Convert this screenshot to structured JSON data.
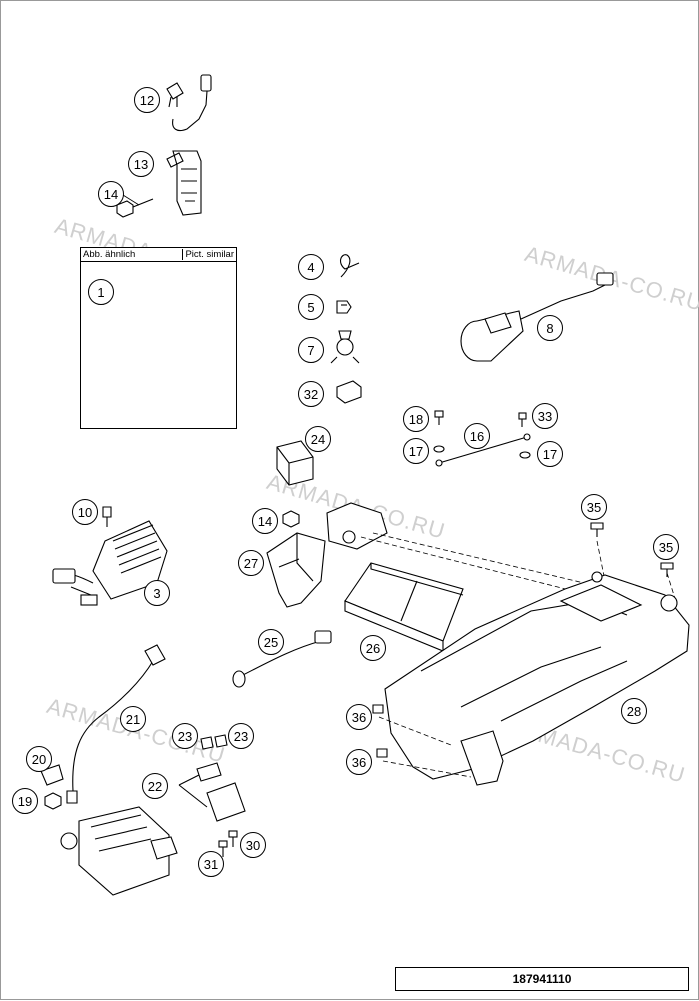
{
  "watermark": "ARMADA-CO.RU",
  "inset": {
    "label_left": "Abb. ähnlich",
    "label_right": "Pict. similar"
  },
  "callouts": [
    "1",
    "3",
    "4",
    "5",
    "7",
    "8",
    "10",
    "12",
    "13",
    "14",
    "14",
    "16",
    "17",
    "17",
    "18",
    "19",
    "20",
    "21",
    "22",
    "23",
    "23",
    "24",
    "25",
    "26",
    "27",
    "28",
    "30",
    "31",
    "32",
    "33",
    "35",
    "35",
    "36",
    "36"
  ],
  "footer": {
    "drawing_number": "187941110"
  }
}
